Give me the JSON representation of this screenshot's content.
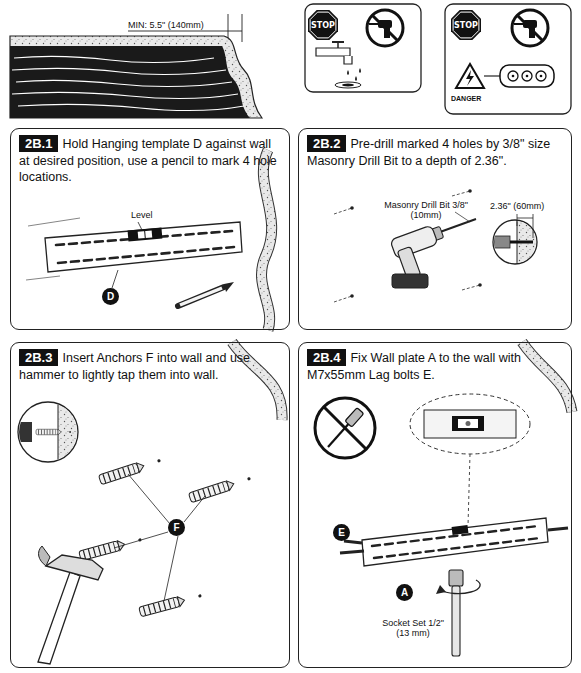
{
  "diagram": {
    "nodes": [
      {
        "text": [
          "STOP"
        ]
      },
      {
        "text": [
          "STOP"
        ]
      },
      {
        "text": [
          "2B.1",
          "Hold Hanging template D against wall at desired position, use a pencil to mark 4 hole locations."
        ]
      },
      {
        "text": [
          "2B.2",
          "Pre-drill marked 4 holes by 3/8\" size Masonry Drill Bit to a depth of 2.36\"."
        ]
      },
      {
        "text": [
          "2B.3",
          "Insert Anchors F into wall and use hammer to lightly tap them into wall."
        ]
      },
      {
        "text": [
          "2B.4",
          "Fix Wall plate A to the wall with M7x55mm Lag bolts E."
        ]
      }
    ],
    "labels": [
      "MIN: 5.5\" (140mm)",
      "DANGER",
      "Level",
      "D",
      "Masonry Drill Bit 3/8\" (10mm)",
      "2.36\" (60mm)",
      "F",
      "E",
      "A",
      "Socket Set 1/2\" (13 mm)"
    ]
  }
}
